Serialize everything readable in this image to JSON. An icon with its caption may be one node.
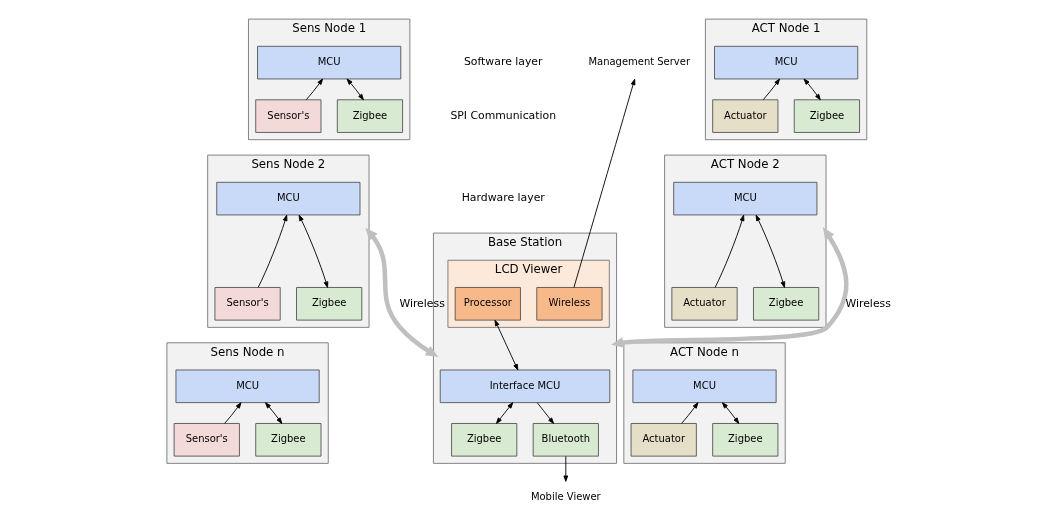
{
  "diagram": {
    "nodes": [
      {
        "text": [
          "Sens Node 1"
        ]
      },
      {
        "text": [
          "MCU"
        ],
        "in": 0
      },
      {
        "text": [
          "Sensor's"
        ],
        "in": 0
      },
      {
        "text": [
          "Zigbee"
        ],
        "in": 0
      },
      {
        "text": [
          "Sens Node 2"
        ]
      },
      {
        "text": [
          "MCU"
        ],
        "in": 4
      },
      {
        "text": [
          "Sensor's"
        ],
        "in": 4
      },
      {
        "text": [
          "Zigbee"
        ],
        "in": 4
      },
      {
        "text": [
          "Sens Node n"
        ]
      },
      {
        "text": [
          "MCU"
        ],
        "in": 8
      },
      {
        "text": [
          "Sensor's"
        ],
        "in": 8
      },
      {
        "text": [
          "Zigbee"
        ],
        "in": 8
      },
      {
        "text": [
          "Base Station"
        ]
      },
      {
        "text": [
          "LCD Viewer"
        ],
        "in": 12
      },
      {
        "text": [
          "Processor"
        ],
        "in": 13
      },
      {
        "text": [
          "Wireless"
        ],
        "in": 13
      },
      {
        "text": [
          "Interface MCU"
        ],
        "in": 12
      },
      {
        "text": [
          "Zigbee"
        ],
        "in": 12
      },
      {
        "text": [
          "Bluetooth"
        ],
        "in": 12
      },
      {
        "text": [
          "Management Server"
        ]
      },
      {
        "text": [
          "Mobile Viewer"
        ]
      },
      {
        "text": [
          "ACT Node 1"
        ]
      },
      {
        "text": [
          "MCU"
        ],
        "in": 21
      },
      {
        "text": [
          "Actuator"
        ],
        "in": 21
      },
      {
        "text": [
          "Zigbee"
        ],
        "in": 21
      },
      {
        "text": [
          "ACT Node 2"
        ]
      },
      {
        "text": [
          "MCU"
        ],
        "in": 25
      },
      {
        "text": [
          "Actuator"
        ],
        "in": 25
      },
      {
        "text": [
          "Zigbee"
        ],
        "in": 25
      },
      {
        "text": [
          "ACT Node n"
        ]
      },
      {
        "text": [
          "MCU"
        ],
        "in": 29
      },
      {
        "text": [
          "Actuator"
        ],
        "in": 29
      },
      {
        "text": [
          "Zigbee"
        ],
        "in": 29
      }
    ],
    "edges": [
      {
        "from": 2,
        "to": 1,
        "arrow": "to"
      },
      {
        "from": 3,
        "to": 1,
        "arrow": "both"
      },
      {
        "from": 6,
        "to": 5,
        "arrow": "to"
      },
      {
        "from": 7,
        "to": 5,
        "arrow": "both"
      },
      {
        "from": 10,
        "to": 9,
        "arrow": "to"
      },
      {
        "from": 11,
        "to": 9,
        "arrow": "both"
      },
      {
        "from": 14,
        "to": 16,
        "arrow": "both"
      },
      {
        "from": 16,
        "to": 17,
        "arrow": "both"
      },
      {
        "from": 16,
        "to": 18,
        "arrow": "to"
      },
      {
        "from": 15,
        "to": 19,
        "arrow": "to"
      },
      {
        "from": 18,
        "to": 20,
        "arrow": "to"
      },
      {
        "from": 23,
        "to": 22,
        "arrow": "to"
      },
      {
        "from": 24,
        "to": 22,
        "arrow": "both"
      },
      {
        "from": 27,
        "to": 26,
        "arrow": "to"
      },
      {
        "from": 28,
        "to": 26,
        "arrow": "both"
      },
      {
        "from": 31,
        "to": 30,
        "arrow": "to"
      },
      {
        "from": 32,
        "to": 30,
        "arrow": "both"
      },
      {
        "from": 4,
        "to": 12,
        "arrow": "both",
        "label": "Wireless",
        "style": "thick",
        "color": "#bfbfbf"
      },
      {
        "from": 12,
        "to": 25,
        "arrow": "both",
        "label": "Wireless",
        "style": "thick",
        "color": "#bfbfbf"
      }
    ],
    "labels": [
      "Software layer",
      "SPI Communication",
      "Hardware layer"
    ]
  }
}
